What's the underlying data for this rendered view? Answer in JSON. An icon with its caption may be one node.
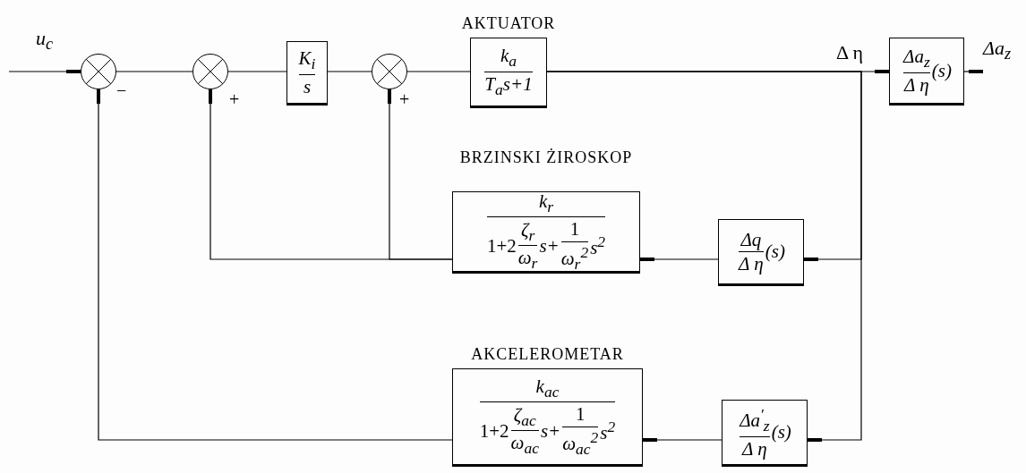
{
  "diagram": {
    "nodes": [
      {
        "text": [],
        "shape": "circle",
        "beside": [
          "−"
        ]
      },
      {
        "text": [],
        "shape": "circle",
        "beside": [
          "+"
        ]
      },
      {
        "text": [
          "K$_{i}$",
          "s"
        ]
      },
      {
        "text": [],
        "shape": "circle",
        "beside": [
          "+"
        ]
      },
      {
        "text": [
          "AKTUATOR",
          "k$_{a}$",
          "T$_{a}$s+1"
        ]
      },
      {
        "text": [
          "Δa$_{z}$",
          "Δ η",
          "(s)"
        ]
      },
      {
        "text": [
          "BRZINSKI ŻIROSKOP",
          "k$_{r}$",
          "1+2",
          "ζ$_{r}$",
          "ω$_{r}$",
          "s+",
          "1",
          "ω$_{r}$$^{2}$",
          "s$^{2}$"
        ]
      },
      {
        "text": [
          "Δq",
          "Δ η",
          "(s)"
        ]
      },
      {
        "text": [
          "AKCELEROMETAR",
          "k$_{ac}$",
          "1+2",
          "ζ$_{ac}$",
          "ω$_{ac}$",
          "s+",
          "1",
          "ω$_{ac}$$^{2}$",
          "s$^{2}$"
        ]
      },
      {
        "text": [
          "Δa$^{′}$$_{z}$",
          "Δ η",
          "(s)"
        ]
      },
      {
        "text": [
          "Δa$_{z}$"
        ]
      }
    ],
    "edges": [
      {
        "from": null,
        "to": 0,
        "arrow": "other"
      },
      {
        "from": 0,
        "to": 1,
        "arrow": "none"
      },
      {
        "from": 1,
        "to": 2,
        "arrow": "none"
      },
      {
        "from": 2,
        "to": 3,
        "arrow": "none"
      },
      {
        "from": 3,
        "to": 4,
        "arrow": "none"
      },
      {
        "from": 4,
        "to": 5,
        "arrow": "other"
      },
      {
        "from": 4,
        "to": 7,
        "arrow": "other"
      },
      {
        "from": 4,
        "to": 9,
        "arrow": "other"
      },
      {
        "from": 5,
        "to": 10,
        "arrow": "other"
      },
      {
        "from": 7,
        "to": 6,
        "arrow": "other"
      },
      {
        "from": 6,
        "to": 1,
        "arrow": "other"
      },
      {
        "from": 6,
        "to": 3,
        "arrow": "other"
      },
      {
        "from": 9,
        "to": 8,
        "arrow": "other"
      },
      {
        "from": 8,
        "to": 0,
        "arrow": "other"
      }
    ],
    "labels": [
      "u$_{c}$",
      "Δ η"
    ]
  }
}
